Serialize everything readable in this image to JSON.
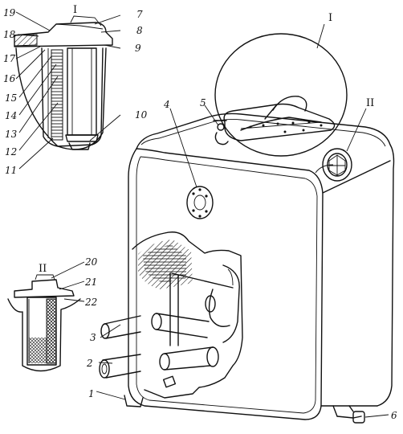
{
  "figure": {
    "callouts": [
      {
        "id": "c1",
        "text": "1"
      },
      {
        "id": "c2",
        "text": "2"
      },
      {
        "id": "c3",
        "text": "3"
      },
      {
        "id": "c4",
        "text": "4"
      },
      {
        "id": "c5",
        "text": "5"
      },
      {
        "id": "c6",
        "text": "6"
      },
      {
        "id": "c7",
        "text": "7"
      },
      {
        "id": "c8",
        "text": "8"
      },
      {
        "id": "c9",
        "text": "9"
      },
      {
        "id": "c10",
        "text": "10"
      },
      {
        "id": "c11",
        "text": "11"
      },
      {
        "id": "c12",
        "text": "12"
      },
      {
        "id": "c13",
        "text": "13"
      },
      {
        "id": "c14",
        "text": "14"
      },
      {
        "id": "c15",
        "text": "15"
      },
      {
        "id": "c16",
        "text": "16"
      },
      {
        "id": "c17",
        "text": "17"
      },
      {
        "id": "c18",
        "text": "18"
      },
      {
        "id": "c19",
        "text": "19"
      },
      {
        "id": "c20",
        "text": "20"
      },
      {
        "id": "c21",
        "text": "21"
      },
      {
        "id": "c22",
        "text": "22"
      }
    ],
    "detail_marks": {
      "one_top": "I",
      "one_detail": "I",
      "two_tank": "II",
      "two_detail": "II"
    }
  }
}
